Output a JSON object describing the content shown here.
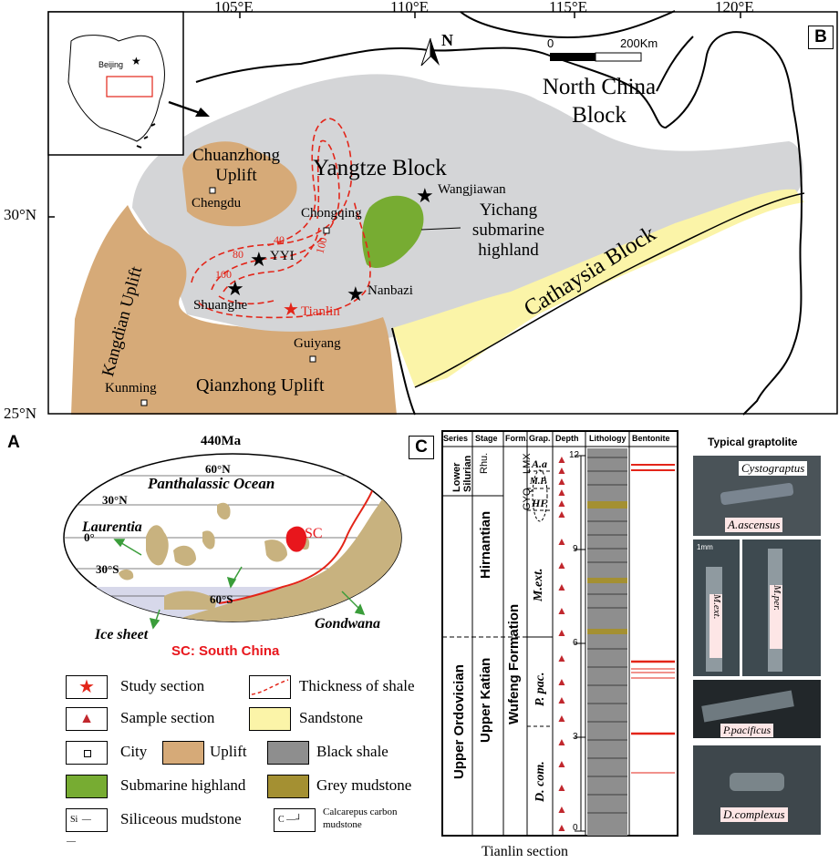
{
  "map": {
    "panel_label": "B",
    "lon_labels": [
      "105°E",
      "110°E",
      "115°E",
      "120°E"
    ],
    "lat_labels": [
      "30°N",
      "25°N"
    ],
    "north_label": "N",
    "scale": {
      "zero": "0",
      "max": "200Km"
    },
    "inset_city": "Beijing",
    "blocks": {
      "north_china": [
        "North China",
        "Block"
      ],
      "yangtze": "Yangtze Block",
      "cathaysia": "Cathaysia Block"
    },
    "uplifts": {
      "chuanzhong": [
        "Chuanzhong",
        "Uplift"
      ],
      "kangdian": "Kangdian Uplift",
      "qianzhong": "Qianzhong Uplift"
    },
    "highland": [
      "Yichang",
      "submarine",
      "highland"
    ],
    "cities": [
      "Chengdu",
      "Chongqing",
      "Guiyang",
      "Kunming"
    ],
    "sections": [
      "Wangjiawan",
      "YYI",
      "Shuanghe",
      "Nanbazi"
    ],
    "study_section": "Tianlin",
    "contours": [
      "40",
      "80",
      "100",
      "100"
    ],
    "colors": {
      "platform": "#d4d5d7",
      "uplift": "#d6aa78",
      "sandstone": "#fbf4a8",
      "highland": "#77ac32",
      "contour": "#e32519",
      "study": "#e32519"
    }
  },
  "paleo": {
    "panel_label": "A",
    "title": "440Ma",
    "ocean": "Panthalassic Ocean",
    "lat_labels": [
      "60°N",
      "30°N",
      "0°",
      "30°S",
      "60°S"
    ],
    "laurentia": "Laurentia",
    "sc": "SC",
    "gondwana": "Gondwana",
    "ice": "Ice sheet",
    "caption": "SC: South China",
    "colors": {
      "land": "#c8b27f",
      "sc": "#e8161c",
      "ice": "#d7d8ea"
    }
  },
  "legend": {
    "items": [
      "Study section",
      "Thickness of shale",
      "Sample section",
      "Sandstone",
      "City",
      "Uplift",
      "Black shale",
      "Submarine highland",
      "Grey mudstone",
      "Siliceous mudstone"
    ],
    "calc": [
      "Calcarepus carbon",
      "mudstone"
    ],
    "si_symbol": "Si",
    "c_symbol": "C",
    "colors": {
      "black_shale": "#8e8e8e",
      "grey_mudstone": "#a49032"
    }
  },
  "column": {
    "panel_label": "C",
    "headers": [
      "Series",
      "Stage",
      "Form.",
      "Grap.",
      "Depth",
      "Lithology",
      "Bentonite"
    ],
    "series": [
      "Lower",
      "Silurian",
      "Upper Ordovician"
    ],
    "stages": [
      "Rhu.",
      "Hirnantian",
      "Upper Katian"
    ],
    "formations": [
      "LMX",
      "GYQ",
      "Wufeng Formation"
    ],
    "zones": [
      "A.a",
      "M.P.",
      "HF",
      "M.ext.",
      "P. pac.",
      "D. com."
    ],
    "depths": [
      "12",
      "9",
      "6",
      "3",
      "0"
    ],
    "caption": "Tianlin section"
  },
  "graptolites": {
    "title": "Typical graptolite",
    "names": [
      "Cystograptus",
      "A.ascensus",
      "M.ext.",
      "M.per.",
      "P.pacificus",
      "D.complexus"
    ],
    "scale": "1mm"
  }
}
